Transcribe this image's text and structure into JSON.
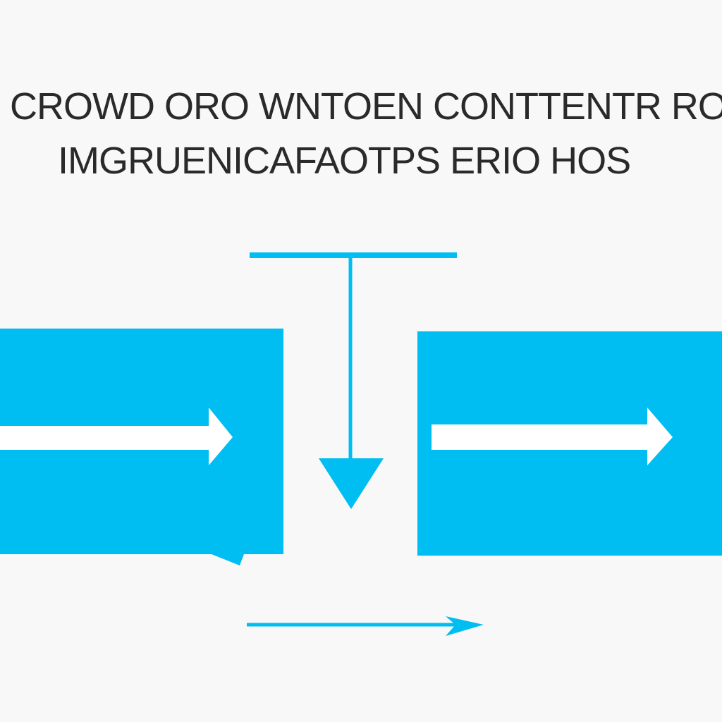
{
  "title": {
    "line1": "CROWD ORO WNTOEN CONTTENTR ROR",
    "line2": "IMGRUENICAFAOTPS ERIO HOS"
  },
  "colors": {
    "accent": "#00bdf2",
    "background": "#f8f8f8",
    "text": "#2a2a2a",
    "arrow_fill": "#ffffff"
  },
  "diagram": {
    "shapes": [
      "left-block",
      "right-block",
      "top-bracket-line",
      "down-arrow",
      "bottom-arrow"
    ]
  }
}
